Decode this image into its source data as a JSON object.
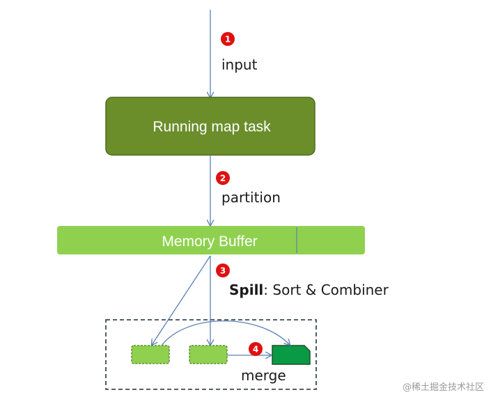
{
  "colors": {
    "arrow": "#5b7fb5",
    "map_task_fill": "#6b8e2b",
    "map_task_stroke": "#4a6a1e",
    "buffer_fill": "#8fd14f",
    "spill_fill": "#8fd14f",
    "spill_stroke": "#4f7a25",
    "merged_fill": "#0a9a46",
    "merged_stroke": "#1d4f2a",
    "badge": "#e01010",
    "dashed_border": "#3b4a55"
  },
  "steps": {
    "input": {
      "number": "1",
      "label": "input"
    },
    "partition": {
      "number": "2",
      "label": "partition"
    },
    "spill": {
      "number": "3",
      "label_bold": "Spill",
      "label_rest": ": Sort & Combiner"
    },
    "merge": {
      "number": "4",
      "label": "merge"
    }
  },
  "boxes": {
    "map_task": "Running map task",
    "memory_buffer": "Memory Buffer"
  },
  "watermark": "@稀土掘金技术社区"
}
